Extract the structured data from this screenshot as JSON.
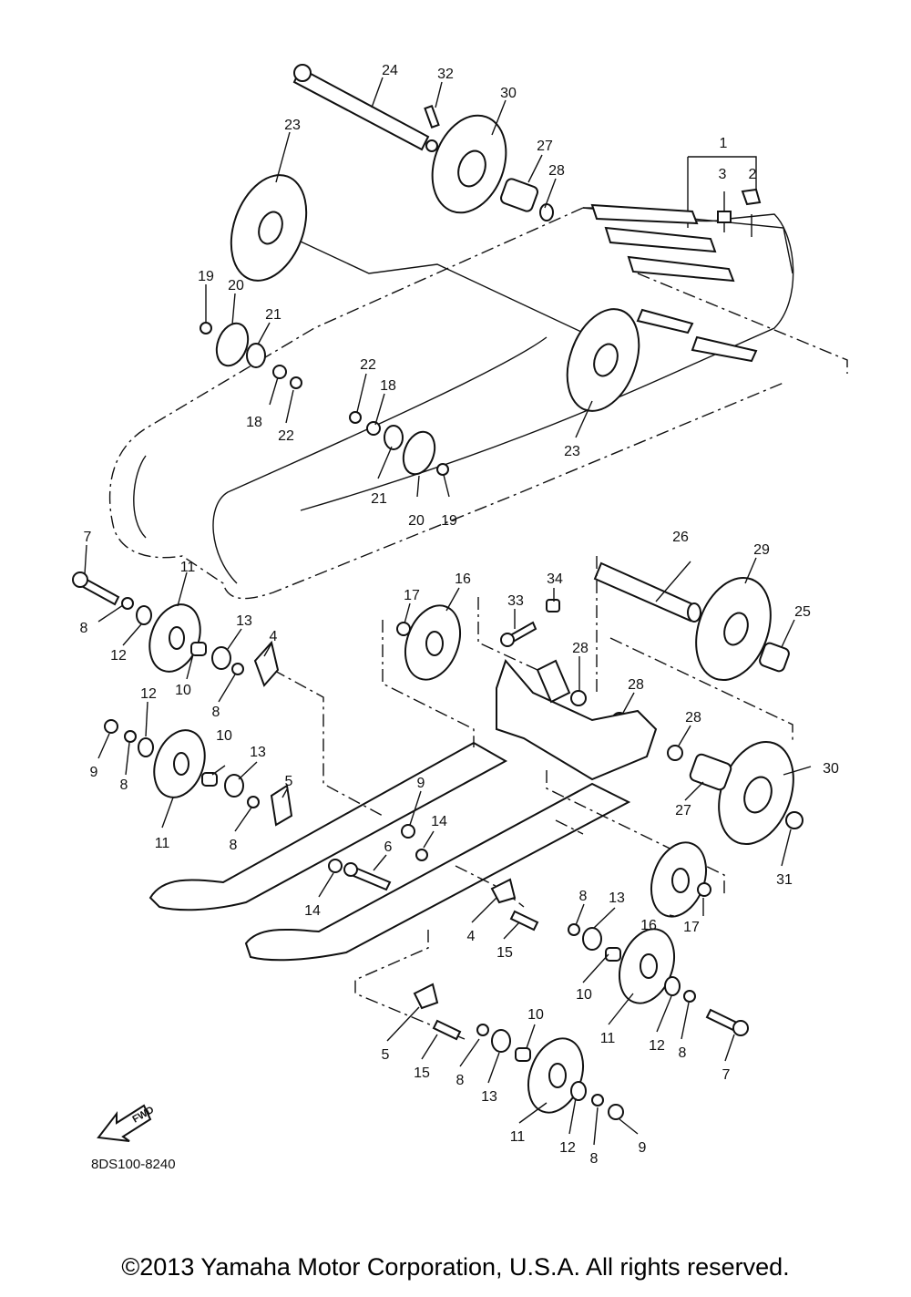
{
  "diagram": {
    "drawing_code": "8DS100-8240",
    "direction_marker": "FWD",
    "copyright": "©2013 Yamaha Motor Corporation, U.S.A. All rights reserved."
  },
  "callouts": [
    {
      "id": "c1",
      "text": "1"
    },
    {
      "id": "c2",
      "text": "2"
    },
    {
      "id": "c3",
      "text": "3"
    },
    {
      "id": "c24",
      "text": "24"
    },
    {
      "id": "c32",
      "text": "32"
    },
    {
      "id": "c30a",
      "text": "30"
    },
    {
      "id": "c27a",
      "text": "27"
    },
    {
      "id": "c28a",
      "text": "28"
    },
    {
      "id": "c23a",
      "text": "23"
    },
    {
      "id": "c19a",
      "text": "19"
    },
    {
      "id": "c20a",
      "text": "20"
    },
    {
      "id": "c21a",
      "text": "21"
    },
    {
      "id": "c18a",
      "text": "18"
    },
    {
      "id": "c22a",
      "text": "22"
    },
    {
      "id": "c22b",
      "text": "22"
    },
    {
      "id": "c18b",
      "text": "18"
    },
    {
      "id": "c23b",
      "text": "23"
    },
    {
      "id": "c21b",
      "text": "21"
    },
    {
      "id": "c20b",
      "text": "20"
    },
    {
      "id": "c19b",
      "text": "19"
    },
    {
      "id": "c7a",
      "text": "7"
    },
    {
      "id": "c11a",
      "text": "11"
    },
    {
      "id": "c8a",
      "text": "8"
    },
    {
      "id": "c12a",
      "text": "12"
    },
    {
      "id": "c13a",
      "text": "13"
    },
    {
      "id": "c10a",
      "text": "10"
    },
    {
      "id": "c4a",
      "text": "4"
    },
    {
      "id": "c8b",
      "text": "8"
    },
    {
      "id": "c12b",
      "text": "12"
    },
    {
      "id": "c9a",
      "text": "9"
    },
    {
      "id": "c8c",
      "text": "8"
    },
    {
      "id": "c10b",
      "text": "10"
    },
    {
      "id": "c13b",
      "text": "13"
    },
    {
      "id": "c11b",
      "text": "11"
    },
    {
      "id": "c5a",
      "text": "5"
    },
    {
      "id": "c8d",
      "text": "8"
    },
    {
      "id": "c26",
      "text": "26"
    },
    {
      "id": "c29",
      "text": "29"
    },
    {
      "id": "c25",
      "text": "25"
    },
    {
      "id": "c17a",
      "text": "17"
    },
    {
      "id": "c16a",
      "text": "16"
    },
    {
      "id": "c33",
      "text": "33"
    },
    {
      "id": "c34",
      "text": "34"
    },
    {
      "id": "c28b",
      "text": "28"
    },
    {
      "id": "c28c",
      "text": "28"
    },
    {
      "id": "c28d",
      "text": "28"
    },
    {
      "id": "c30b",
      "text": "30"
    },
    {
      "id": "c27b",
      "text": "27"
    },
    {
      "id": "c31",
      "text": "31"
    },
    {
      "id": "c9b",
      "text": "9"
    },
    {
      "id": "c14a",
      "text": "14"
    },
    {
      "id": "c6",
      "text": "6"
    },
    {
      "id": "c14b",
      "text": "14"
    },
    {
      "id": "c16b",
      "text": "16"
    },
    {
      "id": "c17b",
      "text": "17"
    },
    {
      "id": "c8e",
      "text": "8"
    },
    {
      "id": "c13c",
      "text": "13"
    },
    {
      "id": "c4b",
      "text": "4"
    },
    {
      "id": "c15a",
      "text": "15"
    },
    {
      "id": "c10c",
      "text": "10"
    },
    {
      "id": "c11c",
      "text": "11"
    },
    {
      "id": "c12c",
      "text": "12"
    },
    {
      "id": "c8f",
      "text": "8"
    },
    {
      "id": "c7b",
      "text": "7"
    },
    {
      "id": "c5b",
      "text": "5"
    },
    {
      "id": "c15b",
      "text": "15"
    },
    {
      "id": "c8g",
      "text": "8"
    },
    {
      "id": "c13d",
      "text": "13"
    },
    {
      "id": "c10d",
      "text": "10"
    },
    {
      "id": "c11d",
      "text": "11"
    },
    {
      "id": "c12d",
      "text": "12"
    },
    {
      "id": "c8h",
      "text": "8"
    },
    {
      "id": "c9c",
      "text": "9"
    }
  ]
}
